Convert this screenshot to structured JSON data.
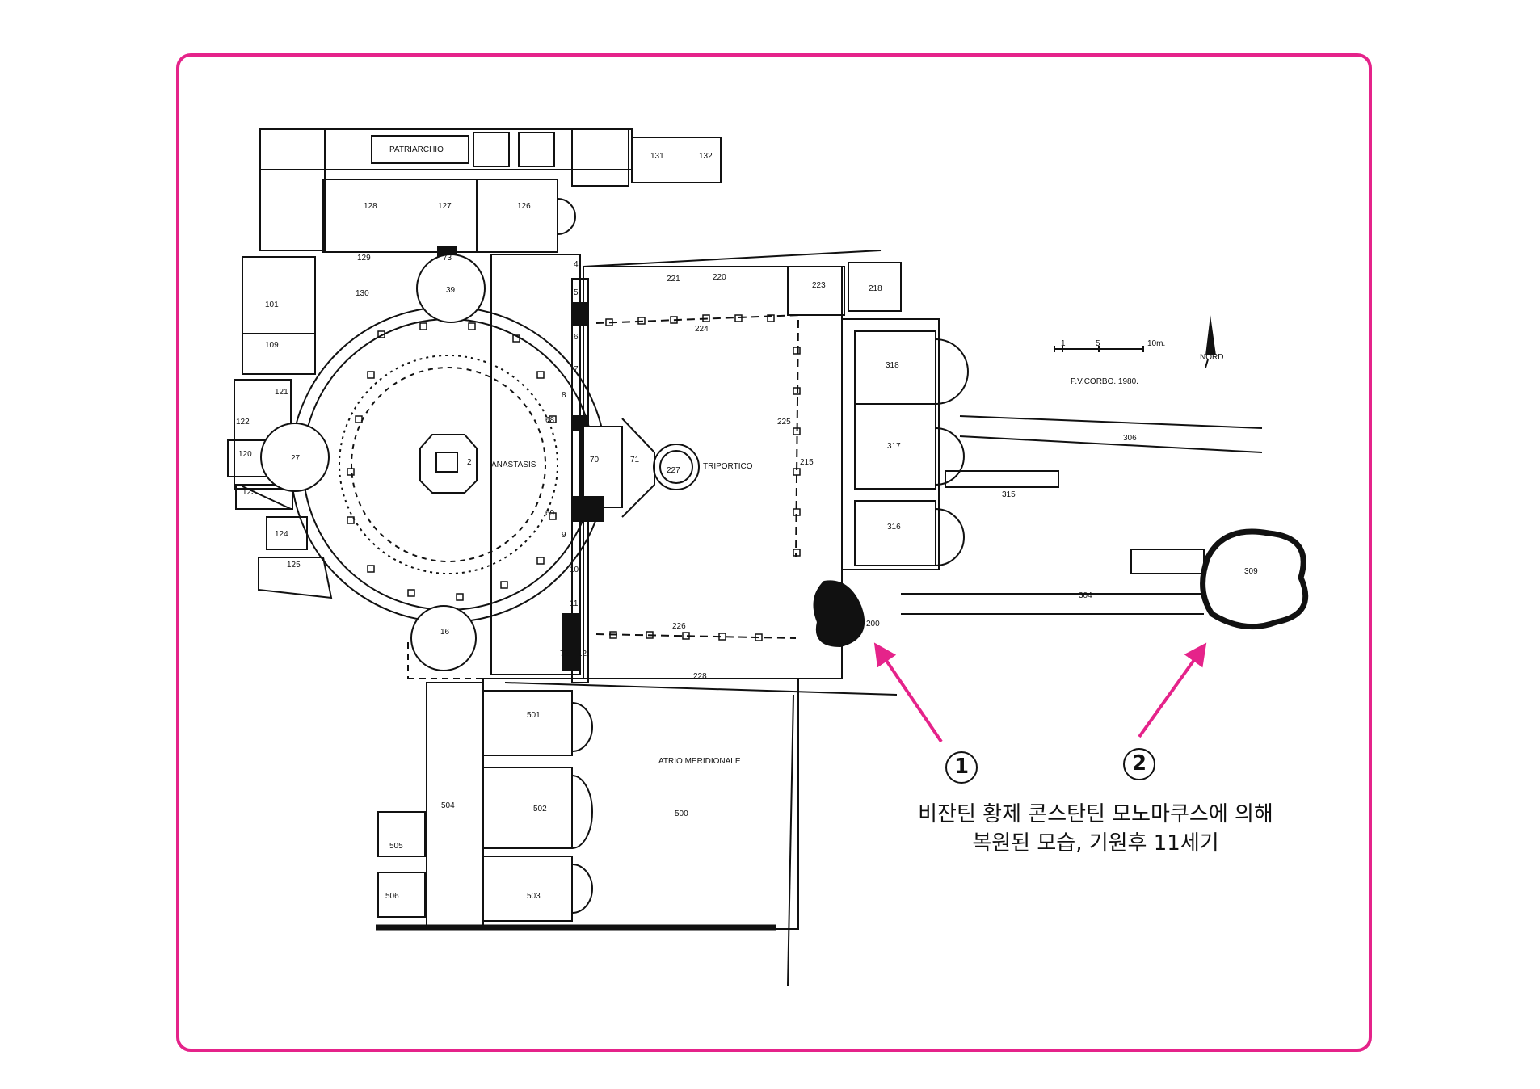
{
  "labels": {
    "patriarchio": "PATRIARCHIO",
    "r131": "131",
    "r132": "132",
    "r128": "128",
    "r127": "127",
    "r126": "126",
    "r129": "129",
    "r73": "73",
    "r130": "130",
    "r39": "39",
    "r101": "101",
    "r109": "109",
    "r121": "121",
    "r122": "122",
    "r120": "120",
    "r27": "27",
    "r123": "123",
    "r124": "124",
    "r125": "125",
    "r16": "16",
    "anastasis": "ANASTASIS",
    "r2": "2",
    "r70": "70",
    "r71": "71",
    "r227": "227",
    "triportico": "TRIPORTICO",
    "r221": "221",
    "r220": "220",
    "r224": "224",
    "r223": "223",
    "r218": "218",
    "r225": "225",
    "r215": "215",
    "r226": "226",
    "r228": "228",
    "r200": "200",
    "r4": "4",
    "r5": "5",
    "r6": "6",
    "r7": "7",
    "r8": "8",
    "r68": "68",
    "r69": "69",
    "r9": "9",
    "r10": "10",
    "r11": "11",
    "r72": "72",
    "r12": "12",
    "r318": "318",
    "r317": "317",
    "r316": "316",
    "r306": "306",
    "r315": "315",
    "r304": "304",
    "r309": "309",
    "r501": "501",
    "r502": "502",
    "r503": "503",
    "r504": "504",
    "r505": "505",
    "r506": "506",
    "r500": "500",
    "atrio": "ATRIO MERIDIONALE",
    "scale_1": "1",
    "scale_5": "5",
    "scale_10": "10m.",
    "nord": "NORD",
    "credit": "P.V.CORBO. 1980."
  },
  "markers": {
    "m1": "1",
    "m2": "2"
  },
  "caption": {
    "line1": "비잔틴 황제 콘스탄틴 모노마쿠스에 의해",
    "line2": "복원된 모습, 기원후 11세기"
  },
  "colors": {
    "frame": "#e5238a",
    "arrow": "#e5238a",
    "ink": "#111111"
  }
}
